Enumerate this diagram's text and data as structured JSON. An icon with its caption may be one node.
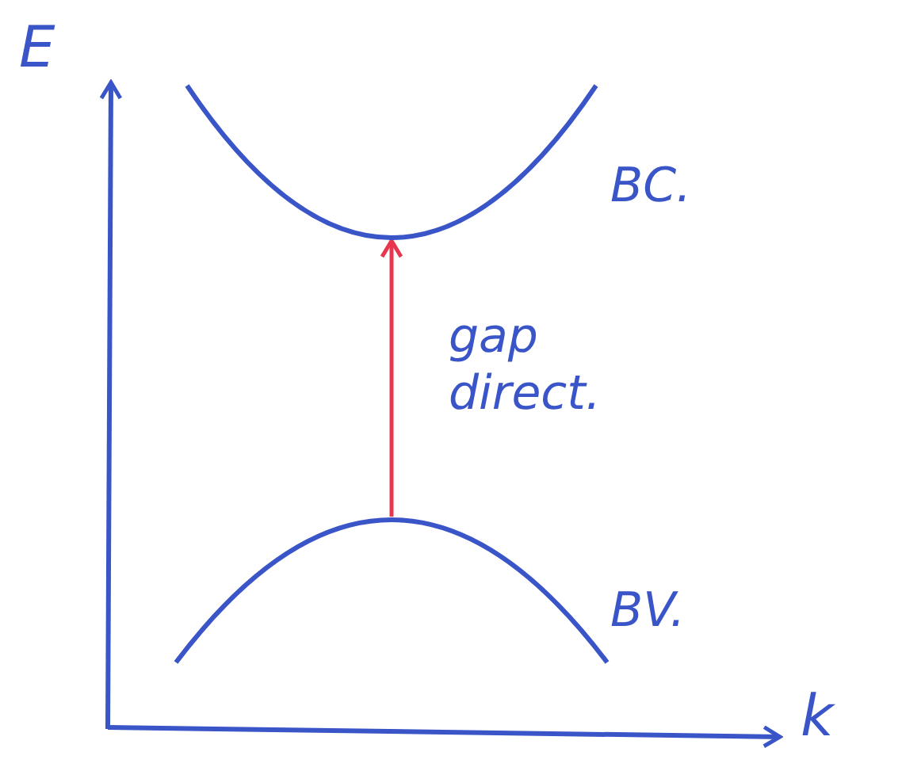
{
  "diagram": {
    "nodes": [
      {
        "text": [
          "BC."
        ]
      },
      {
        "text": [
          "BV."
        ]
      }
    ],
    "edges": [
      {
        "from": 1,
        "to": 0,
        "arrow": "to",
        "label": "gap direct.",
        "color": "#e8364f"
      }
    ],
    "labels": [
      "E",
      "k"
    ]
  }
}
